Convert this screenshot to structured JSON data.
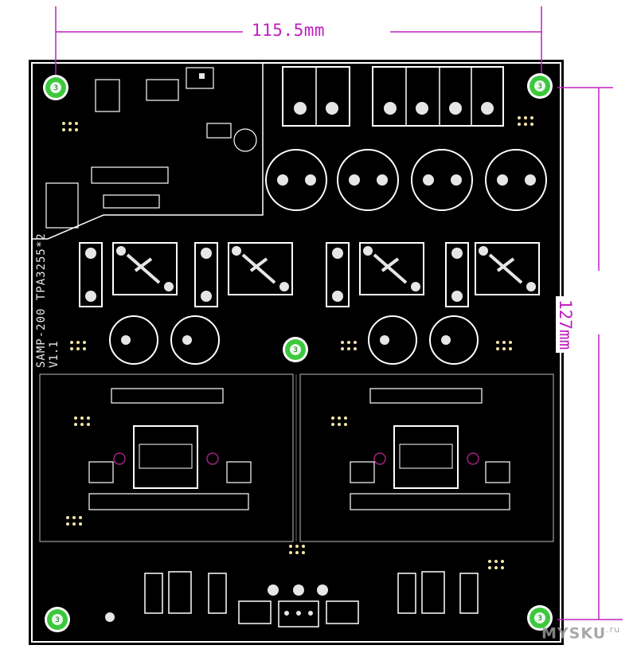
{
  "dimensions": {
    "width_label": "115.5mm",
    "height_label": "127mm",
    "line_color": "#c020c0"
  },
  "silkscreen": {
    "title": "SAMP-200 TPA3255*2",
    "version": "V1.1",
    "mounting_hole_label": "3"
  },
  "board_colors": {
    "substrate": "#000000",
    "silkscreen": "#ffffff",
    "pad": "#e6e6e6",
    "via": "#f5e6a8",
    "mounting_hole": "#3cc83c"
  },
  "watermark": {
    "text": "MYSKU",
    "suffix": ".ru"
  }
}
